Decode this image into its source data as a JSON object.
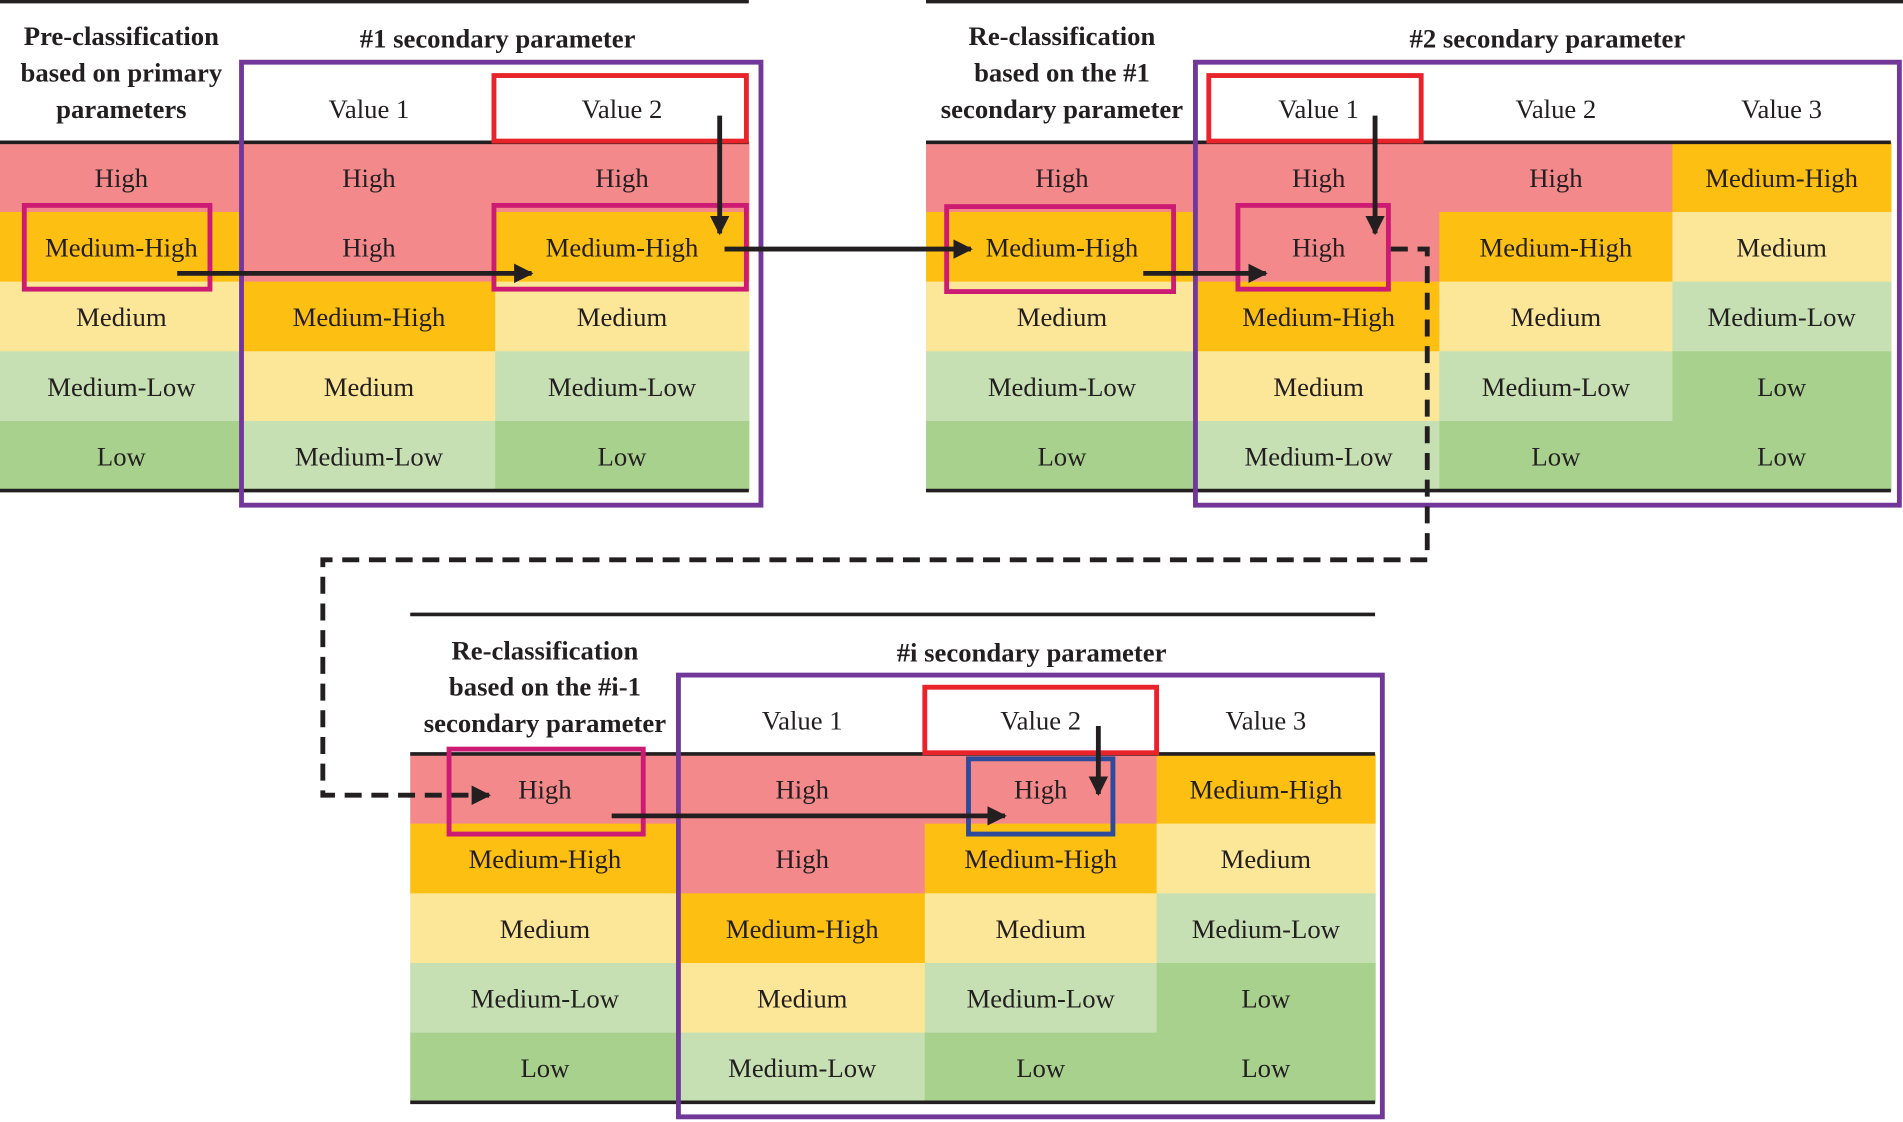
{
  "colors": {
    "High": "#f4898b",
    "Medium-High": "#fdbf12",
    "Medium": "#fce697",
    "Medium-Low": "#c6e0b4",
    "Low": "#a9d18e",
    "secondary_box": "#71389a",
    "selected_value": "#e8242a",
    "selected_class": "#cd1a72",
    "result": "#2e4a9b"
  },
  "tables": [
    {
      "first_header": [
        "Pre-classification",
        "based on primary",
        "parameters"
      ],
      "secondary_title": "#1 secondary parameter",
      "values": [
        "Value 1",
        "Value 2"
      ],
      "columns": [
        [
          "High",
          "Medium-High",
          "Medium",
          "Medium-Low",
          "Low"
        ],
        [
          "High",
          "High",
          "Medium-High",
          "Medium",
          "Medium-Low"
        ],
        [
          "High",
          "Medium-High",
          "Medium",
          "Medium-Low",
          "Low"
        ]
      ]
    },
    {
      "first_header": [
        "Re-classification",
        "based on the #1",
        "secondary parameter"
      ],
      "secondary_title": "#2 secondary parameter",
      "values": [
        "Value 1",
        "Value 2",
        "Value 3"
      ],
      "columns": [
        [
          "High",
          "Medium-High",
          "Medium",
          "Medium-Low",
          "Low"
        ],
        [
          "High",
          "High",
          "Medium-High",
          "Medium",
          "Medium-Low"
        ],
        [
          "High",
          "Medium-High",
          "Medium",
          "Medium-Low",
          "Low"
        ],
        [
          "Medium-High",
          "Medium",
          "Medium-Low",
          "Low",
          "Low"
        ]
      ]
    },
    {
      "first_header": [
        "Re-classification",
        "based on the #i-1",
        "secondary parameter"
      ],
      "secondary_title": "#i secondary parameter",
      "values": [
        "Value 1",
        "Value 2",
        "Value 3"
      ],
      "columns": [
        [
          "High",
          "Medium-High",
          "Medium",
          "Medium-Low",
          "Low"
        ],
        [
          "High",
          "High",
          "Medium-High",
          "Medium",
          "Medium-Low"
        ],
        [
          "High",
          "Medium-High",
          "Medium",
          "Medium-Low",
          "Low"
        ],
        [
          "Medium-High",
          "Medium",
          "Medium-Low",
          "Low",
          "Low"
        ]
      ]
    }
  ]
}
